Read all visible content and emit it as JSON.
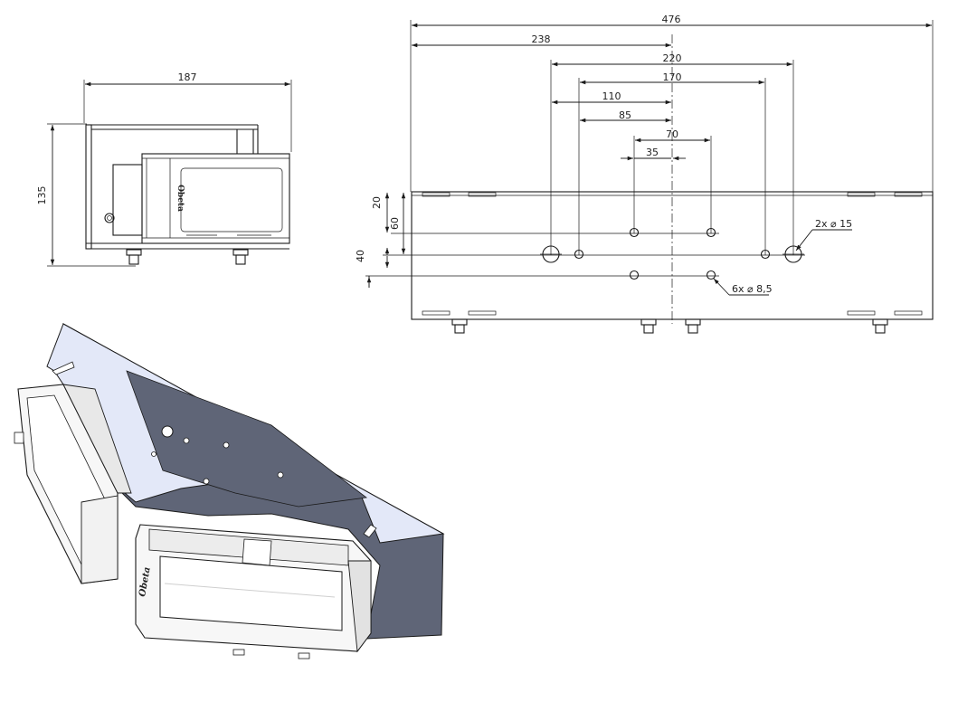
{
  "side_view": {
    "width_label": "187",
    "height_label": "135",
    "brand": "Obeta"
  },
  "top_view": {
    "overall_width": "476",
    "half_width": "238",
    "dim_220": "220",
    "dim_170": "170",
    "dim_110": "110",
    "dim_85": "85",
    "dim_70": "70",
    "dim_35": "35",
    "v_20": "20",
    "v_60": "60",
    "v_40": "40",
    "large_holes_note": "2x ⌀ 15",
    "small_holes_note": "6x ⌀ 8,5"
  },
  "iso_view": {
    "brand": "Obeta"
  },
  "colors": {
    "line": "#1a1a1a",
    "plate_light": "#e3e8f8",
    "plate_dark": "#5f6577",
    "box_white": "#f7f7f7"
  }
}
